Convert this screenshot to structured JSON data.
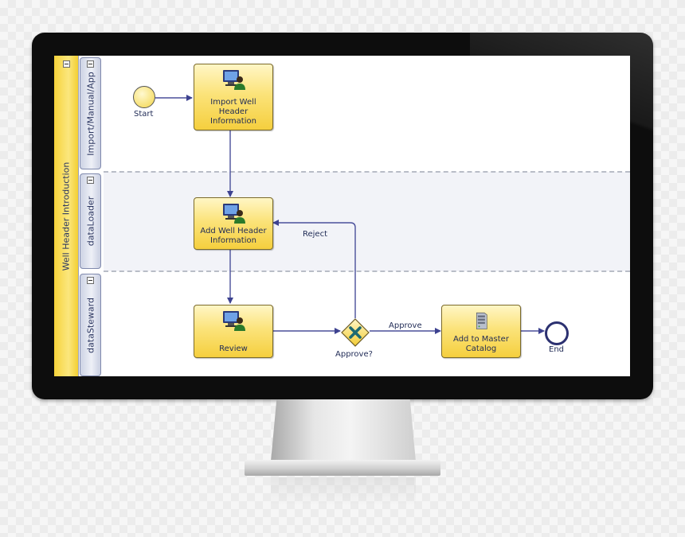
{
  "pool": {
    "label": "Well Header Introduction"
  },
  "lanes": [
    {
      "label": "Import/Manual/App"
    },
    {
      "label": "dataLoader"
    },
    {
      "label": "dataSteward"
    }
  ],
  "nodes": {
    "start": {
      "label": "Start"
    },
    "import_task": {
      "label": "Import Well Header Information"
    },
    "add_task": {
      "label": "Add Well Header Information"
    },
    "review_task": {
      "label": "Review"
    },
    "gateway": {
      "label": "Approve?",
      "marker": "X"
    },
    "master_task": {
      "label": "Add to Master Catalog"
    },
    "end": {
      "label": "End"
    }
  },
  "flows": {
    "reject": "Reject",
    "approve": "Approve"
  },
  "colors": {
    "flow_line": "#4a4f9a",
    "task_fill": "#f8dc5c",
    "pool_band": "#f6d33a",
    "lane_band": "#dde1ee",
    "monitor_bezel": "#0d0d0d"
  },
  "icons": {
    "user_task": "computer-user-icon",
    "service_task": "server-icon",
    "gateway": "exclusive-gateway-x-icon"
  }
}
